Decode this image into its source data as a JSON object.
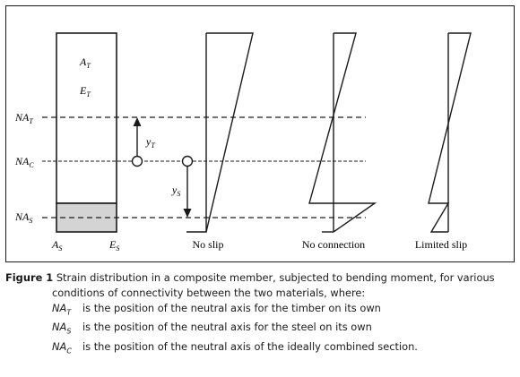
{
  "diagram": {
    "section_labels": {
      "timber_area": "A",
      "timber_area_sub": "T",
      "timber_modulus": "E",
      "timber_modulus_sub": "T",
      "steel_area": "A",
      "steel_area_sub": "S",
      "steel_modulus": "E",
      "steel_modulus_sub": "S"
    },
    "axis_labels": {
      "na_t": "NA",
      "na_t_sub": "T",
      "na_c": "NA",
      "na_c_sub": "C",
      "na_s": "NA",
      "na_s_sub": "S"
    },
    "distances": {
      "y_t": "y",
      "y_t_sub": "T",
      "y_s": "y",
      "y_s_sub": "S"
    },
    "cases": [
      "No slip",
      "No connection",
      "Limited slip"
    ]
  },
  "caption": {
    "label": "Figure 1",
    "text_line1": "Strain distribution in a composite member, subjected to bending moment, for various",
    "text_line2": "conditions of connectivity between the two materials, where:",
    "definitions": [
      {
        "symbol": "NA",
        "sub": "T",
        "text": "is the position of the neutral axis for the timber on its own"
      },
      {
        "symbol": "NA",
        "sub": "S",
        "text": "is the position of the neutral axis for the steel on its own"
      },
      {
        "symbol": "NA",
        "sub": "C",
        "text": "is the position of the neutral axis of the ideally combined section."
      }
    ]
  },
  "colors": {
    "frame": "#1a1a1a",
    "steel_fill": "#d4d4d4",
    "line": "#1a1a1a"
  }
}
